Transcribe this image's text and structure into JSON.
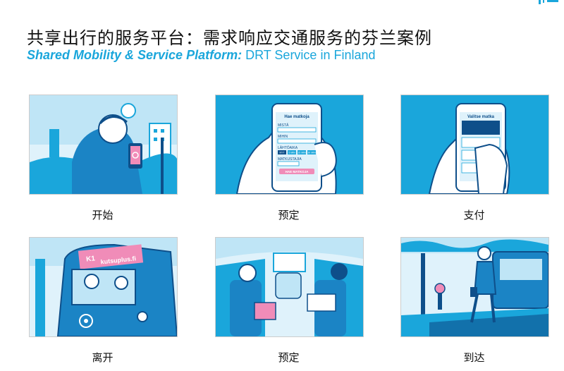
{
  "title_zh": "共享出行的服务平台：需求响应交通服务的芬兰案例",
  "title_en_bold": "Shared Mobility & Service Platform:",
  "title_en_regular": " DRT Service in Finland",
  "panels": [
    {
      "caption": "开始",
      "icon": "phone-user-illustration"
    },
    {
      "caption": "预定",
      "icon": "booking-app-illustration",
      "app": {
        "header": "Hae matkoja",
        "from_label": "MISTÄ",
        "to_label": "MIHIN",
        "depart_label": "LÄHTÖAIKA",
        "time_chips": [
          "NYT",
          "5 MIN",
          "15 MIN",
          "30 MIN"
        ],
        "passengers_label": "MATKUSTAJIA",
        "search_button": "HAE MATKOJA"
      }
    },
    {
      "caption": "支付",
      "icon": "payment-app-illustration",
      "app": {
        "header": "Valitse matka"
      }
    },
    {
      "caption": "离开",
      "icon": "bus-driver-illustration",
      "bus": {
        "route": "K1",
        "url": "kutsuplus.fi"
      }
    },
    {
      "caption": "预定",
      "icon": "bus-interior-illustration"
    },
    {
      "caption": "到达",
      "icon": "arrival-illustration"
    }
  ],
  "colors": {
    "blue": "#1aa6db",
    "dark_blue": "#0e4f8a",
    "pale": "#dff2fb",
    "pink": "#f08cb8"
  }
}
